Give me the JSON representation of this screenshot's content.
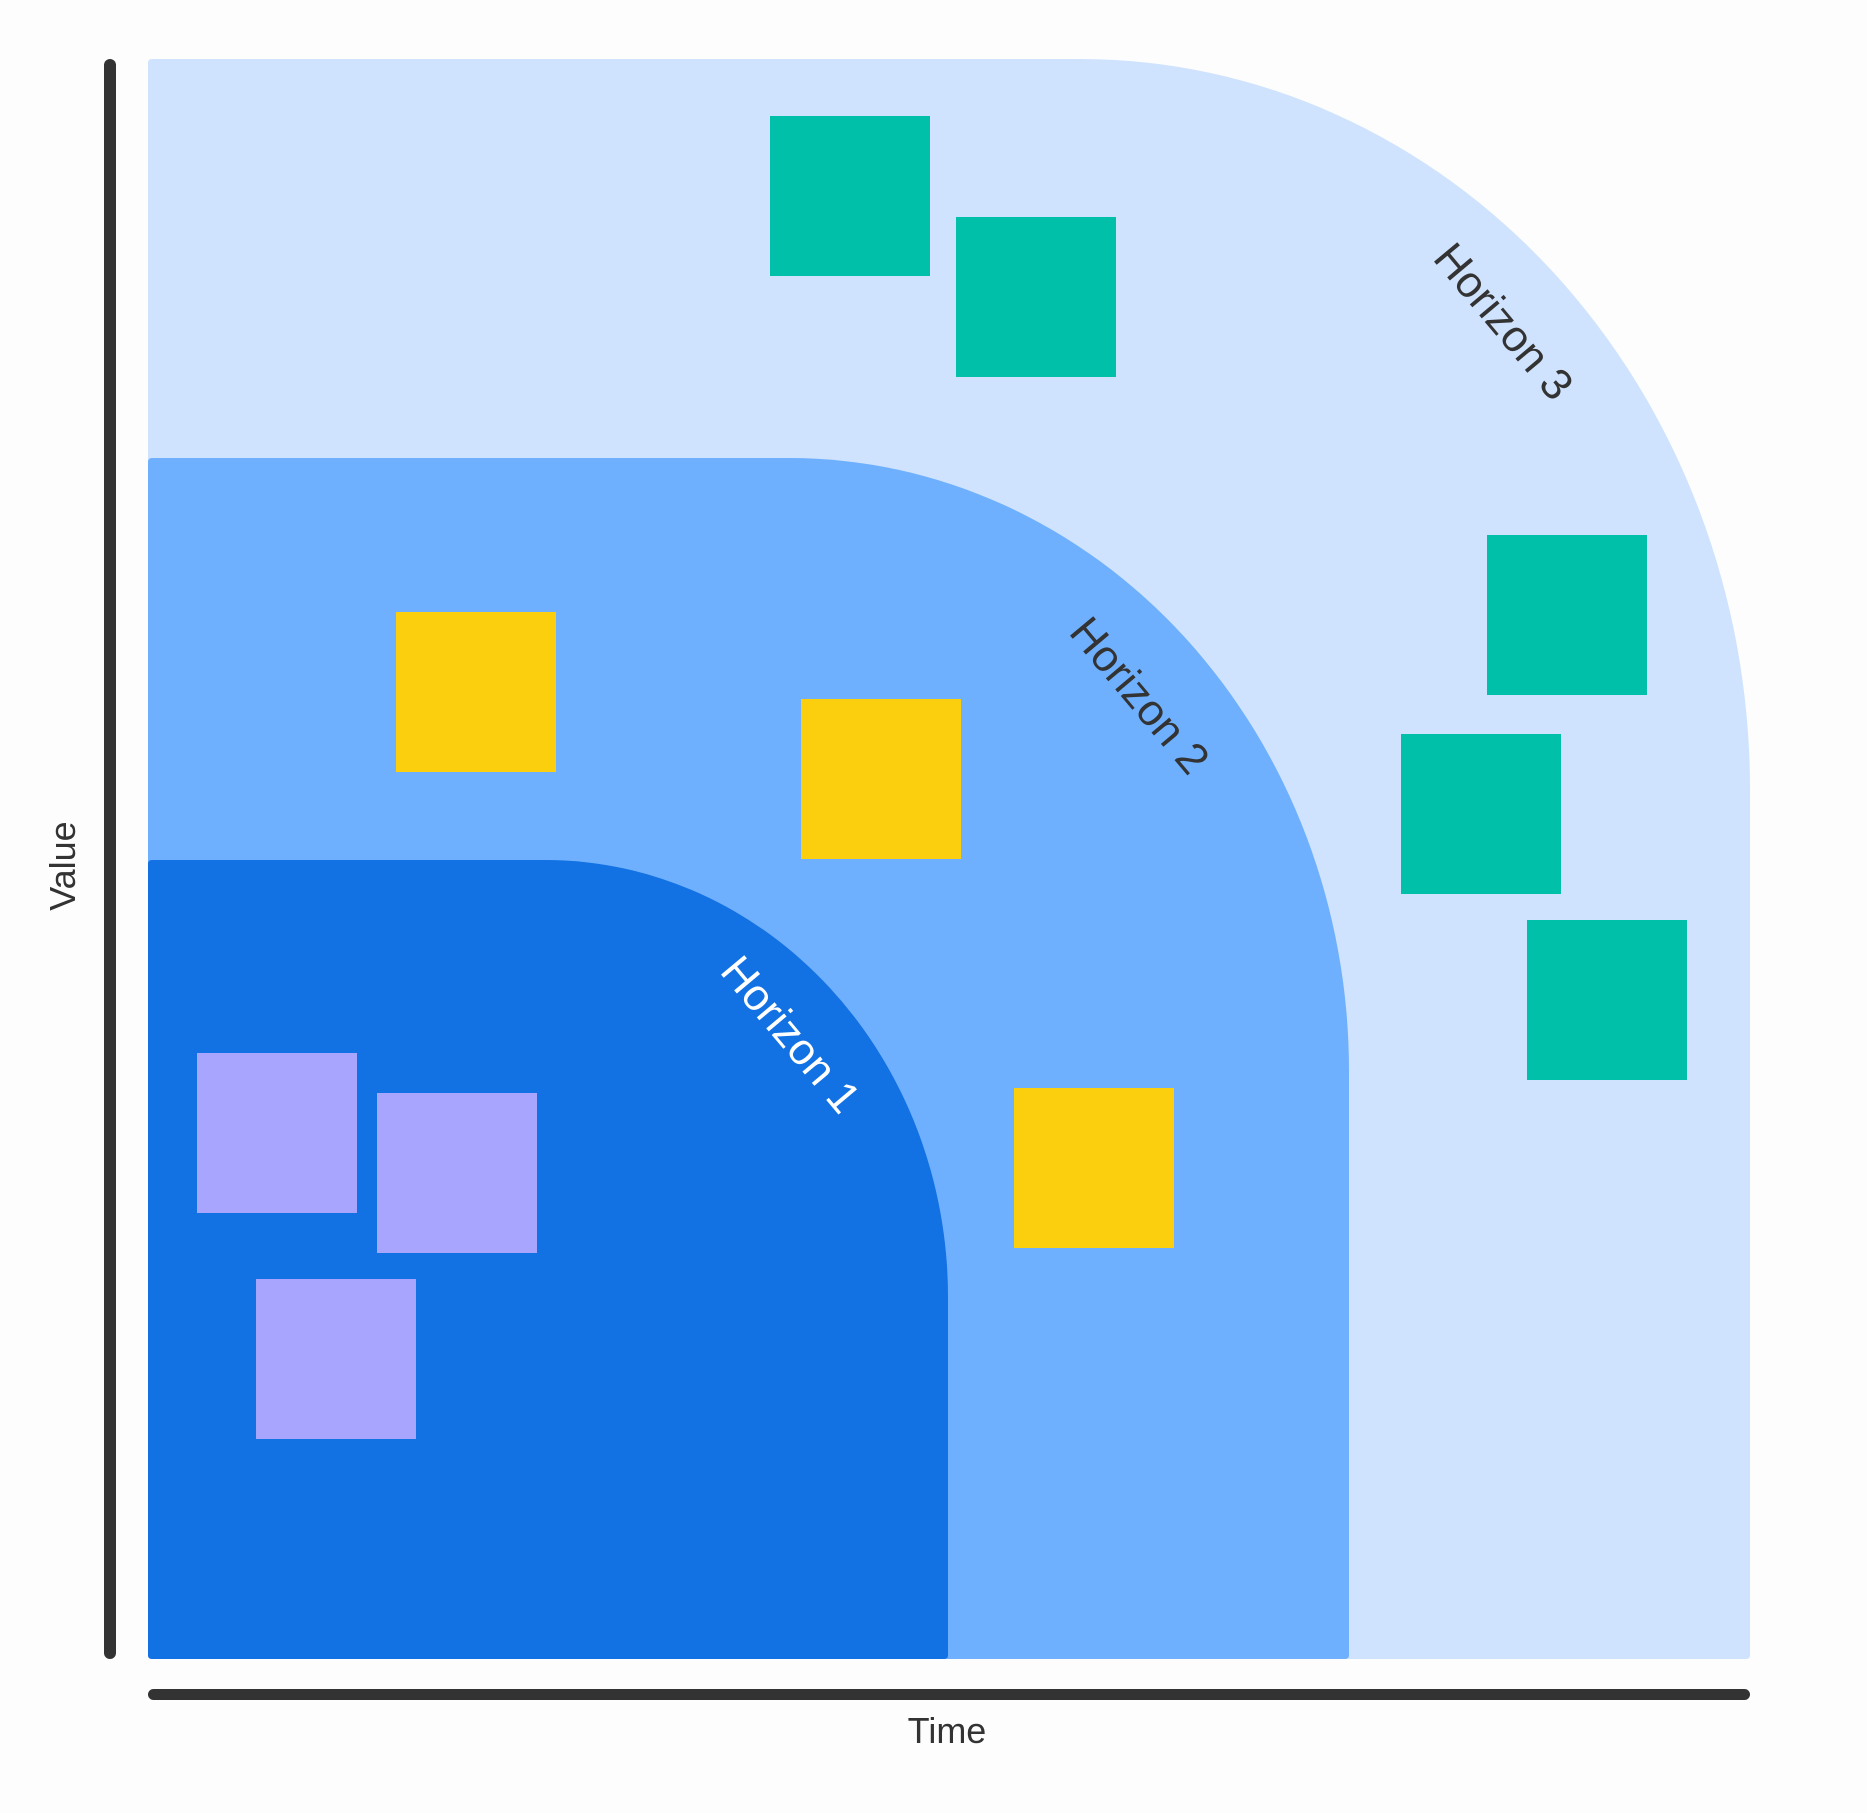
{
  "diagram": {
    "title": "Three Horizons",
    "axes": {
      "x_label": "Time",
      "y_label": "Value"
    },
    "horizons": [
      {
        "id": "horizon-1",
        "label": "Horizon 1",
        "fill": "#1271e3",
        "label_color": "#ffffff"
      },
      {
        "id": "horizon-2",
        "label": "Horizon 2",
        "fill": "#6eb0fe",
        "label_color": "#333333"
      },
      {
        "id": "horizon-3",
        "label": "Horizon 3",
        "fill": "#cfe3fe",
        "label_color": "#333333"
      }
    ],
    "sticky_notes": [
      {
        "horizon": "Horizon 1",
        "color": "#a7a5fd",
        "text": ""
      },
      {
        "horizon": "Horizon 1",
        "color": "#a7a5fd",
        "text": ""
      },
      {
        "horizon": "Horizon 1",
        "color": "#a7a5fd",
        "text": ""
      },
      {
        "horizon": "Horizon 2",
        "color": "#fbcf0d",
        "text": ""
      },
      {
        "horizon": "Horizon 2",
        "color": "#fbcf0d",
        "text": ""
      },
      {
        "horizon": "Horizon 2",
        "color": "#fbcf0d",
        "text": ""
      },
      {
        "horizon": "Horizon 3",
        "color": "#00c0a9",
        "text": ""
      },
      {
        "horizon": "Horizon 3",
        "color": "#00c0a9",
        "text": ""
      },
      {
        "horizon": "Horizon 3",
        "color": "#00c0a9",
        "text": ""
      },
      {
        "horizon": "Horizon 3",
        "color": "#00c0a9",
        "text": ""
      },
      {
        "horizon": "Horizon 3",
        "color": "#00c0a9",
        "text": ""
      }
    ],
    "axis_color": "#333333"
  }
}
